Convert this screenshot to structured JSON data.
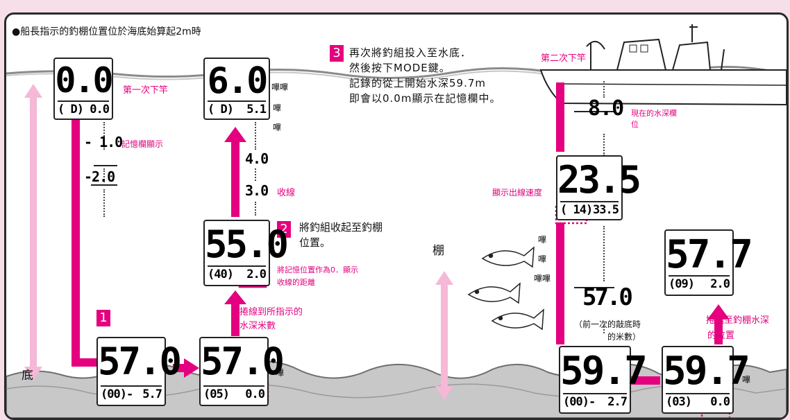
{
  "header": "●船長指示的釣棚位置位於海底始算起2m時",
  "step1": {
    "num": "1"
  },
  "step2": {
    "num": "2",
    "text1": "將釣組收起至釣棚",
    "text2": "位置。"
  },
  "step3": {
    "num": "3",
    "line1": "再次將釣組投入至水底．",
    "line2": "然後按下MODE鍵。",
    "line3": "記錄的從上開始水深59.7m",
    "line4": "即會以0.0m顯示在記憶欄中。"
  },
  "labels": {
    "first_drop": "第一次下竿",
    "memory_display": "記憶欄顯示",
    "reel_in": "收線",
    "set_zero": "將記憶位置作為0．顯示",
    "set_zero2": "收線的距離",
    "reel_to_depth1": "捲線到所指示的",
    "reel_to_depth2": "水深米數",
    "second_drop": "第二次下竿",
    "current_depth1": "現在的水深欄",
    "current_depth2": "位",
    "line_speed": "顯示出線速度",
    "prev_bottom1": "（前一次的敲底時",
    "prev_bottom2": "的米數）",
    "reel_to_shelf1": "捲起至釣棚水深",
    "reel_to_shelf2": "的位置",
    "shelf": "棚",
    "bottom": "底",
    "beep_a": "嗶嗶",
    "beep_b": "嗶",
    "beep_c": "嗶",
    "beep_d": "嗶",
    "beep_e": "嗶",
    "beep_f": "嗶",
    "beep_g": "嗶嗶",
    "beep_h": "嗶"
  },
  "displays": {
    "d1": {
      "big": "0.0",
      "left": "( D)",
      "right": "0.0"
    },
    "d2": {
      "big": "57.0",
      "left": "(00)-",
      "right": "5.7"
    },
    "d3": {
      "big": "57.0",
      "left": "(05)",
      "right": "0.0"
    },
    "d4": {
      "big": "55.0",
      "left": "(40)",
      "right": "2.0"
    },
    "d5": {
      "big": "6.0",
      "left": "( D)",
      "right": "5.1"
    },
    "d6": {
      "big": "23.5",
      "left": "( 14)",
      "right": "33.5"
    },
    "d7": {
      "big": "59.7",
      "left": "(00)-",
      "right": "2.7"
    },
    "d8": {
      "big": "59.7",
      "left": "(03)",
      "right": "0.0"
    },
    "d9": {
      "big": "57.7",
      "left": "(09)",
      "right": "2.0"
    }
  },
  "readouts": {
    "r1": "- 1.0",
    "r2": "-2.0",
    "r3": "4.0",
    "r4": "3.0",
    "r5": "8.0",
    "r6": "57.0"
  },
  "colors": {
    "accent": "#e4007f",
    "light_accent": "#f5b8d6",
    "water_line": "#8a8a8a",
    "seabed": "#c8c8c8"
  }
}
